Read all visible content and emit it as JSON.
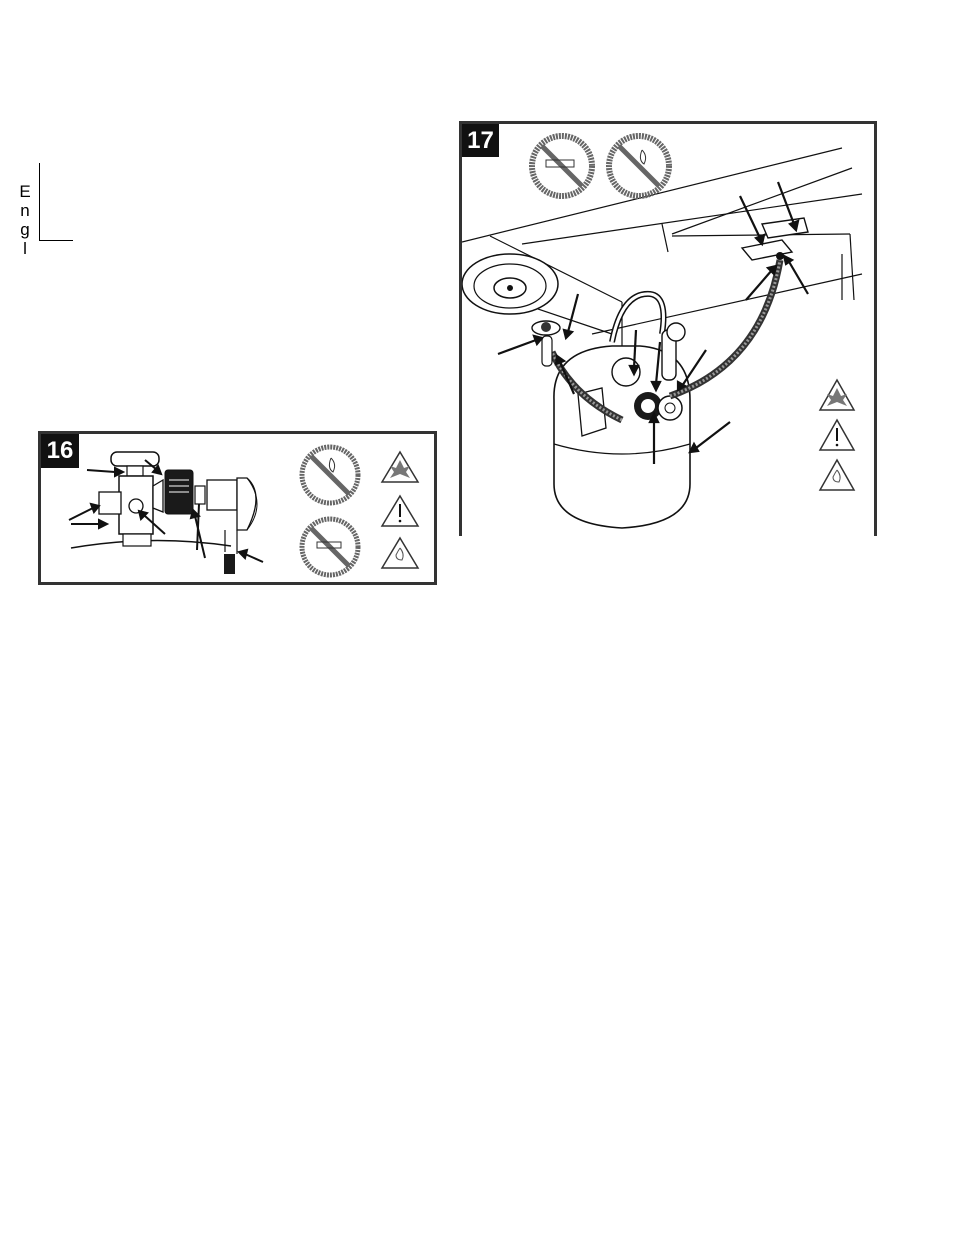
{
  "sidebar": {
    "letters": [
      "E",
      "n",
      "g",
      "l"
    ]
  },
  "figure16": {
    "number": "16"
  },
  "figure17": {
    "number": "17"
  },
  "colors": {
    "ink": "#111111",
    "frame": "#333333",
    "paper": "#ffffff",
    "hatch": "#777777"
  }
}
